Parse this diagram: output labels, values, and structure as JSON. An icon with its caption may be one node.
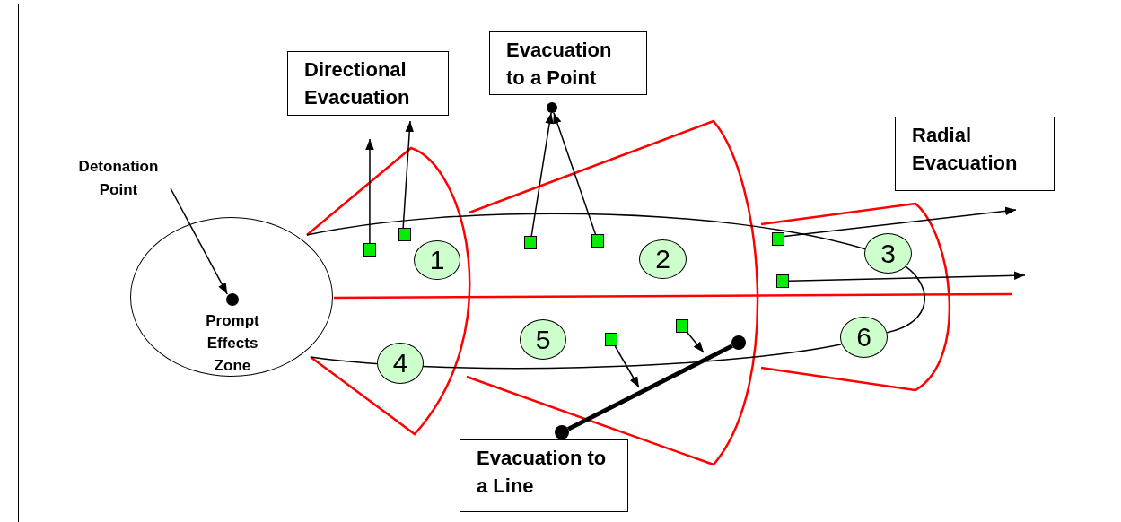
{
  "diagram": {
    "nodes": [
      {
        "text": [
          "Directional Evacuation"
        ]
      },
      {
        "text": [
          "Evacuation to a Point"
        ]
      },
      {
        "text": [],
        "shape": "circle"
      },
      {
        "text": [
          "Radial Evacuation"
        ]
      },
      {
        "text": [
          "Detonation Point"
        ]
      },
      {
        "text": [
          "Prompt Effects Zone"
        ]
      },
      {
        "text": [],
        "shape": "circle",
        "in": 5
      },
      {
        "text": [
          "1"
        ]
      },
      {
        "text": [
          "2"
        ]
      },
      {
        "text": [
          "3"
        ]
      },
      {
        "text": [],
        "shape": "box"
      },
      {
        "text": [],
        "shape": "box"
      },
      {
        "text": [],
        "shape": "box"
      },
      {
        "text": [],
        "shape": "box"
      },
      {
        "text": [],
        "shape": "box"
      },
      {
        "text": [],
        "shape": "box"
      },
      {
        "text": [
          "4"
        ]
      },
      {
        "text": [
          "5"
        ]
      },
      {
        "text": [
          "6"
        ]
      },
      {
        "text": [],
        "shape": "box"
      },
      {
        "text": [],
        "shape": "box"
      },
      {
        "text": [],
        "shape": "circle"
      },
      {
        "text": [],
        "shape": "circle"
      },
      {
        "text": [
          "Evacuation to a Line"
        ]
      }
    ],
    "edges": [
      {
        "from": 4,
        "to": 6,
        "arrow": "to"
      },
      {
        "from": 10,
        "to": 0,
        "arrow": "to"
      },
      {
        "from": 11,
        "to": 0,
        "arrow": "to"
      },
      {
        "from": 12,
        "to": 2,
        "arrow": "to"
      },
      {
        "from": 13,
        "to": 2,
        "arrow": "to"
      },
      {
        "from": 14,
        "to": 3,
        "arrow": "to"
      },
      {
        "from": 15,
        "to": null,
        "arrow": "to"
      },
      {
        "from": 19,
        "to": null,
        "arrow": "to"
      },
      {
        "from": 20,
        "to": null,
        "arrow": "to"
      },
      {
        "from": 22,
        "to": 21,
        "arrow": "none",
        "style": "thick"
      },
      {
        "from": 9,
        "to": 18,
        "arrow": "none"
      }
    ]
  }
}
